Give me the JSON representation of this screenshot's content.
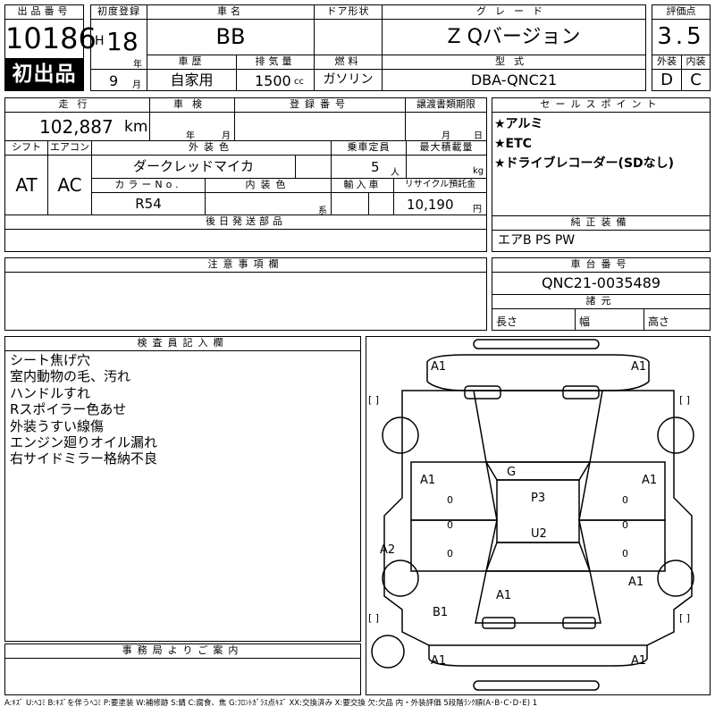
{
  "header": {
    "lot_label": "出品番号",
    "lot_number": "10186",
    "first_listing": "初出品",
    "first_reg_label": "初度登録",
    "era": "H",
    "year": "18",
    "year_unit": "年",
    "month": "9",
    "month_unit": "月",
    "car_name_label": "車名",
    "car_name": "BB",
    "door_label": "ドア形状",
    "grade_label": "グレード",
    "grade": "Z Qバージョン",
    "score_label": "評価点",
    "score": "3.5",
    "history_label": "車歴",
    "history": "自家用",
    "displacement_label": "排気量",
    "displacement": "1500",
    "displacement_unit": "cc",
    "fuel_label": "燃料",
    "fuel": "ガソリン",
    "model_label": "型式",
    "model": "DBA-QNC21",
    "exterior_label": "外装",
    "exterior_grade": "D",
    "interior_label": "内装",
    "interior_grade": "C"
  },
  "specs": {
    "mileage_label": "走行",
    "mileage": "102,887",
    "mileage_unit": "km",
    "inspection_label": "車検",
    "year_unit": "年",
    "month_unit": "月",
    "reg_no_label": "登録番号",
    "transfer_label": "譲渡書類期限",
    "day_unit": "日",
    "shift_label": "シフト",
    "shift": "AT",
    "ac_label": "エアコン",
    "ac": "AC",
    "ext_color_label": "外装色",
    "ext_color": "ダークレッドマイカ",
    "capacity_label": "乗車定員",
    "capacity": "5",
    "capacity_unit": "人",
    "max_load_label": "最大積載量",
    "max_load_unit": "kg",
    "color_no_label": "カラーNo.",
    "color_no": "R54",
    "int_color_label": "内装色",
    "int_color_unit": "系",
    "import_label": "輸入車",
    "recycle_label": "リサイクル預託金",
    "recycle": "10,190",
    "recycle_unit": "円",
    "later_parts_label": "後日発送部品"
  },
  "sales_points": {
    "label": "セールスポイント",
    "items": [
      "★アルミ",
      "★ETC",
      "★ドライブレコーダー(SDなし)"
    ]
  },
  "equipment": {
    "label": "純正装備",
    "value": "エアB PS PW"
  },
  "notes": {
    "label": "注意事項欄"
  },
  "chassis": {
    "label": "車台番号",
    "value": "QNC21-0035489",
    "dims_label": "諸元",
    "length_label": "長さ",
    "width_label": "幅",
    "height_label": "高さ"
  },
  "inspector": {
    "label": "検査員記入欄",
    "items": [
      "シート焦げ穴",
      "室内動物の毛、汚れ",
      "ハンドルすれ",
      "Rスポイラー色あせ",
      "外装うすい線傷",
      "エンジン廻りオイル漏れ",
      "右サイドミラー格納不良"
    ]
  },
  "office": {
    "label": "事務局よりご案内"
  },
  "diagram": {
    "front_left": "A1",
    "front_right": "A1",
    "hood": "G",
    "roof": "P3",
    "roof_rear": "U2",
    "left_door": "A1",
    "right_door": "A1",
    "left_rear": "A2",
    "right_rear": "A1",
    "rear_center": "A1",
    "rear_left": "B1",
    "bottom_left": "A1",
    "bottom_right": "A1",
    "zero": "0",
    "bracket": "[ ]"
  },
  "legend": "A:ｷｽﾞ U:ﾍｺﾐ B:ｷｽﾞを伴うﾍｺﾐ P:要塗装 W:補修跡 S:錆 C:腐食、焦 G:ﾌﾛﾝﾄｶﾞﾗｽ点ｷｽﾞ XX:交換済み X:要交換 欠:欠品 内・外装評価 5段階ﾗﾝｸ順(A･B･C･D･E) 1"
}
